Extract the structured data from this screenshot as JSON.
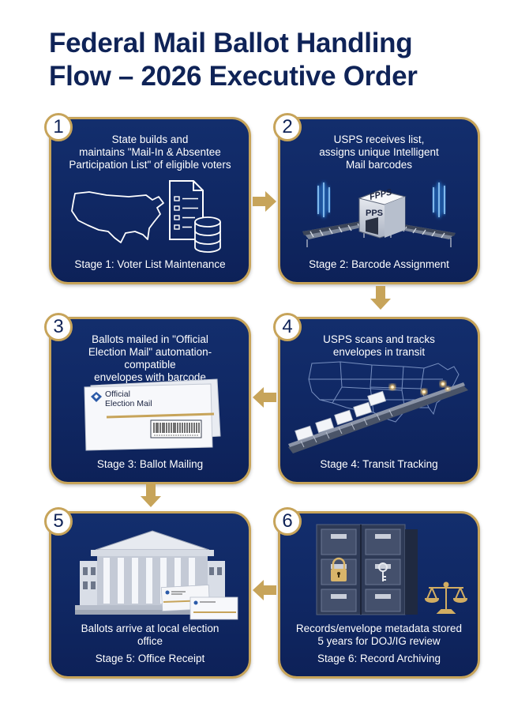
{
  "title": {
    "line1": "Federal Mail Ballot Handling",
    "line2": "Flow – 2026 Executive Order"
  },
  "stages": [
    {
      "number": "1",
      "description": [
        "State builds and",
        "maintains \"Mail-In & Absentee",
        "Participation List\" of eligible voters"
      ],
      "label": "Stage 1: Voter List Maintenance"
    },
    {
      "number": "2",
      "description": [
        "USPS receives list,",
        "assigns unique Intelligent",
        "Mail barcodes"
      ],
      "label": "Stage 2: Barcode Assignment",
      "machine_labels": [
        "FPPS",
        "PPS"
      ]
    },
    {
      "number": "3",
      "description": [
        "Ballots mailed in \"Official",
        "Election Mail\" automation-compatible",
        "envelopes with barcode"
      ],
      "label": "Stage 3: Ballot Mailing",
      "envelope_label": [
        "Official",
        "Election Mail"
      ]
    },
    {
      "number": "4",
      "description": [
        "USPS scans and tracks",
        "envelopes in transit"
      ],
      "label": "Stage 4: Transit Tracking"
    },
    {
      "number": "5",
      "description": [
        "Ballots arrive at local election",
        "office"
      ],
      "label": "Stage 5: Office Receipt"
    },
    {
      "number": "6",
      "description": [
        "Records/envelope metadata stored",
        "5 years for DOJ/IG review"
      ],
      "label": "Stage 6: Record Archiving"
    }
  ],
  "colors": {
    "navy": "#0f2357",
    "card": "#112a66",
    "gold": "#c7a45a",
    "glow": "#2f8cff"
  },
  "icons": [
    "us-map-icon",
    "document-icon",
    "database-icon",
    "barcode-scanner-icon",
    "envelope-icon",
    "conveyor-icon",
    "government-building-icon",
    "filing-cabinet-icon",
    "padlock-icon",
    "key-icon",
    "scales-icon",
    "arrow-icon"
  ]
}
